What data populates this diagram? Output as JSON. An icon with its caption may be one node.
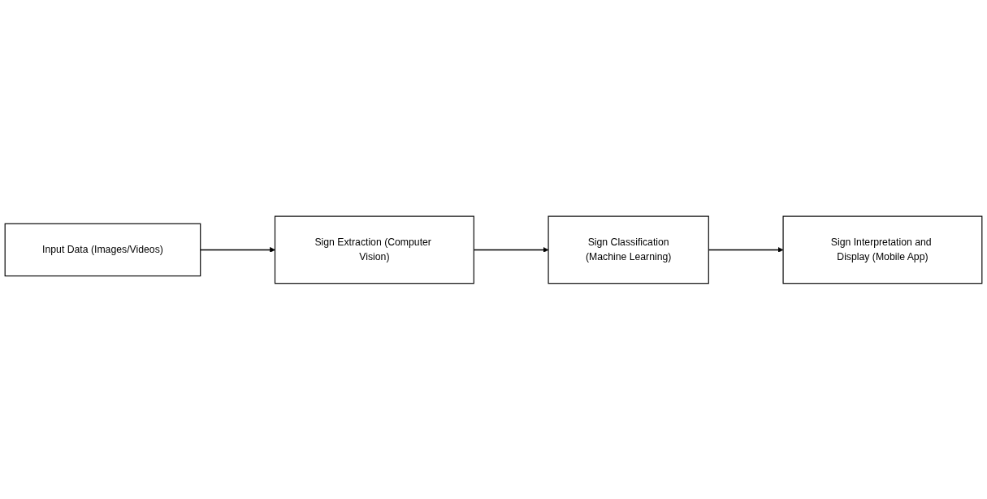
{
  "diagram": {
    "nodes": [
      {
        "text": [
          "Input Data (Images/Videos)"
        ]
      },
      {
        "text": [
          "Sign Extraction (Computer Vision)"
        ]
      },
      {
        "text": [
          "Sign Classification",
          "(Machine Learning)"
        ]
      },
      {
        "text": [
          "Sign Interpretation and Display (Mobile App)"
        ]
      }
    ],
    "edges": [
      {
        "from": 0,
        "to": 1,
        "arrow": "to"
      },
      {
        "from": 1,
        "to": 2,
        "arrow": "to"
      },
      {
        "from": 2,
        "to": 3,
        "arrow": "to"
      }
    ]
  }
}
